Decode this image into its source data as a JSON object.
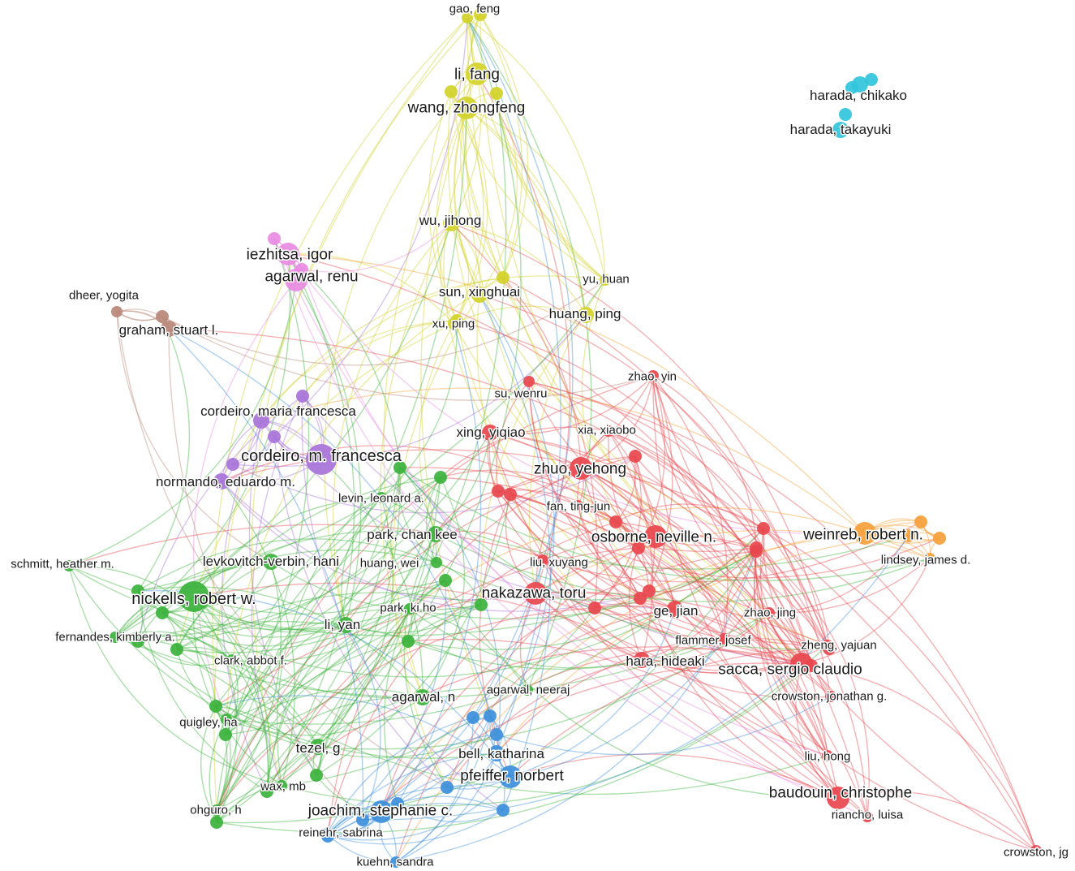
{
  "clusters": {
    "red": "#e8474e",
    "green": "#3bb23b",
    "blue": "#3d8fdb",
    "yellow": "#d2d22a",
    "purple": "#a873d9",
    "cyan": "#31c6dc",
    "orange": "#f5a03a",
    "brown": "#b88778",
    "pink": "#e98ae2"
  },
  "nodes": [
    {
      "id": "gao_feng",
      "label": "gao, feng",
      "cluster": "yellow",
      "size": "s"
    },
    {
      "id": "li_fang",
      "label": "li, fang",
      "cluster": "yellow",
      "size": "l"
    },
    {
      "id": "wang_zhongfeng",
      "label": "wang, zhongfeng",
      "cluster": "yellow",
      "size": "l"
    },
    {
      "id": "wu_jihong",
      "label": "wu, jihong",
      "cluster": "yellow",
      "size": "m"
    },
    {
      "id": "sun_xinghuai",
      "label": "sun, xinghuai",
      "cluster": "yellow",
      "size": "m"
    },
    {
      "id": "xu_ping",
      "label": "xu, ping",
      "cluster": "yellow",
      "size": "s"
    },
    {
      "id": "yu_huan",
      "label": "yu, huan",
      "cluster": "yellow",
      "size": "s"
    },
    {
      "id": "huang_ping",
      "label": "huang, ping",
      "cluster": "yellow",
      "size": "m"
    },
    {
      "id": "harada_chikako",
      "label": "harada, chikako",
      "cluster": "cyan",
      "size": "m"
    },
    {
      "id": "harada_takayuki",
      "label": "harada, takayuki",
      "cluster": "cyan",
      "size": "m"
    },
    {
      "id": "iezhitsa_igor",
      "label": "iezhitsa, igor",
      "cluster": "pink",
      "size": "l"
    },
    {
      "id": "agarwal_renu",
      "label": "agarwal, renu",
      "cluster": "pink",
      "size": "l"
    },
    {
      "id": "dheer_yogita",
      "label": "dheer, yogita",
      "cluster": "brown",
      "size": "s"
    },
    {
      "id": "graham_stuart",
      "label": "graham, stuart l.",
      "cluster": "brown",
      "size": "m"
    },
    {
      "id": "cordeiro_maria",
      "label": "cordeiro, maria francesca",
      "cluster": "purple",
      "size": "m"
    },
    {
      "id": "cordeiro_m",
      "label": "cordeiro, m. francesca",
      "cluster": "purple",
      "size": "xl"
    },
    {
      "id": "normando",
      "label": "normando, eduardo m.",
      "cluster": "purple",
      "size": "m"
    },
    {
      "id": "zhao_yin",
      "label": "zhao, yin",
      "cluster": "red",
      "size": "s"
    },
    {
      "id": "su_wenru",
      "label": "su, wenru",
      "cluster": "red",
      "size": "s"
    },
    {
      "id": "xia_xiaobo",
      "label": "xia, xiaobo",
      "cluster": "red",
      "size": "s"
    },
    {
      "id": "xing_yiqiao",
      "label": "xing, yiqiao",
      "cluster": "red",
      "size": "m"
    },
    {
      "id": "zhuo_yehong",
      "label": "zhuo, yehong",
      "cluster": "red",
      "size": "l"
    },
    {
      "id": "fan_tingjun",
      "label": "fan, ting-jun",
      "cluster": "red",
      "size": "s"
    },
    {
      "id": "osborne",
      "label": "osborne, neville n.",
      "cluster": "red",
      "size": "l"
    },
    {
      "id": "liu_xuyang",
      "label": "liu, xuyang",
      "cluster": "red",
      "size": "s"
    },
    {
      "id": "nakazawa",
      "label": "nakazawa, toru",
      "cluster": "red",
      "size": "l"
    },
    {
      "id": "ge_jian",
      "label": "ge, jian",
      "cluster": "red",
      "size": "m"
    },
    {
      "id": "zhao_jing",
      "label": "zhao, jing",
      "cluster": "red",
      "size": "s"
    },
    {
      "id": "flammer",
      "label": "flammer, josef",
      "cluster": "red",
      "size": "s"
    },
    {
      "id": "zheng_yajuan",
      "label": "zheng, yajuan",
      "cluster": "red",
      "size": "s"
    },
    {
      "id": "hara_hideaki",
      "label": "hara, hideaki",
      "cluster": "red",
      "size": "m"
    },
    {
      "id": "sacca",
      "label": "sacca, sergio claudio",
      "cluster": "red",
      "size": "l"
    },
    {
      "id": "crowston_jonathan",
      "label": "crowston, jonathan g.",
      "cluster": "red",
      "size": "s"
    },
    {
      "id": "liu_hong",
      "label": "liu, hong",
      "cluster": "red",
      "size": "s"
    },
    {
      "id": "baudouin",
      "label": "baudouin, christophe",
      "cluster": "red",
      "size": "l"
    },
    {
      "id": "riancho",
      "label": "riancho, luisa",
      "cluster": "red",
      "size": "s"
    },
    {
      "id": "crowston_jg",
      "label": "crowston, jg",
      "cluster": "red",
      "size": "s"
    },
    {
      "id": "weinreb",
      "label": "weinreb, robert n.",
      "cluster": "orange",
      "size": "l"
    },
    {
      "id": "lindsey",
      "label": "lindsey, james d.",
      "cluster": "orange",
      "size": "s"
    },
    {
      "id": "levin",
      "label": "levin, leonard a.",
      "cluster": "green",
      "size": "s"
    },
    {
      "id": "park_chankee",
      "label": "park, chan kee",
      "cluster": "green",
      "size": "m"
    },
    {
      "id": "huang_wei",
      "label": "huang, wei",
      "cluster": "green",
      "size": "s"
    },
    {
      "id": "schmitt",
      "label": "schmitt, heather m.",
      "cluster": "green",
      "size": "s"
    },
    {
      "id": "levkovitch",
      "label": "levkovitch-verbin, hani",
      "cluster": "green",
      "size": "m"
    },
    {
      "id": "nickells",
      "label": "nickells, robert w.",
      "cluster": "green",
      "size": "xl"
    },
    {
      "id": "park_kiho",
      "label": "park, ki ho",
      "cluster": "green",
      "size": "s"
    },
    {
      "id": "li_yan",
      "label": "li, yan",
      "cluster": "green",
      "size": "m"
    },
    {
      "id": "fernandes",
      "label": "fernandes, kimberly a.",
      "cluster": "green",
      "size": "s"
    },
    {
      "id": "clark",
      "label": "clark, abbot f.",
      "cluster": "green",
      "size": "s"
    },
    {
      "id": "agarwal_n",
      "label": "agarwal, n",
      "cluster": "green",
      "size": "m"
    },
    {
      "id": "agarwal_neeraj",
      "label": "agarwal, neeraj",
      "cluster": "green",
      "size": "s"
    },
    {
      "id": "quigley",
      "label": "quigley, ha",
      "cluster": "green",
      "size": "s"
    },
    {
      "id": "tezel",
      "label": "tezel, g",
      "cluster": "green",
      "size": "m"
    },
    {
      "id": "wax",
      "label": "wax, mb",
      "cluster": "green",
      "size": "s"
    },
    {
      "id": "ohguro",
      "label": "ohguro, h",
      "cluster": "green",
      "size": "s"
    },
    {
      "id": "bell",
      "label": "bell, katharina",
      "cluster": "blue",
      "size": "m"
    },
    {
      "id": "pfeiffer",
      "label": "pfeiffer, norbert",
      "cluster": "blue",
      "size": "l"
    },
    {
      "id": "joachim",
      "label": "joachim, stephanie c.",
      "cluster": "blue",
      "size": "l"
    },
    {
      "id": "reinehr",
      "label": "reinehr, sabrina",
      "cluster": "blue",
      "size": "s"
    },
    {
      "id": "kuehn",
      "label": "kuehn, sandra",
      "cluster": "blue",
      "size": "s"
    }
  ]
}
